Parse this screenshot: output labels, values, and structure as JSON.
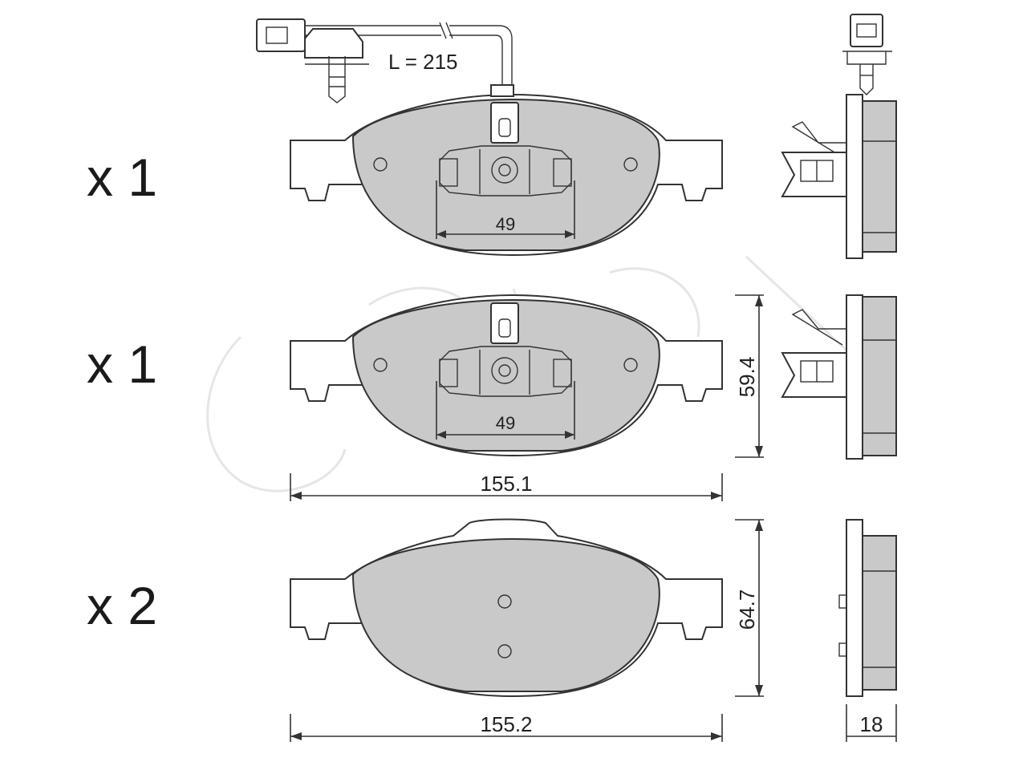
{
  "quantities": {
    "pad1": "x 1",
    "pad2": "x 1",
    "pad3": "x 2"
  },
  "dimensions": {
    "wire_length": "L = 215",
    "sensor_span_1": "49",
    "sensor_span_2": "49",
    "width_top": "155.1",
    "width_bottom": "155.2",
    "height_top": "59.4",
    "height_bottom": "64.7",
    "thickness": "18"
  },
  "colors": {
    "lining": "#c9c9c9",
    "line": "#333333",
    "background": "#ffffff"
  }
}
